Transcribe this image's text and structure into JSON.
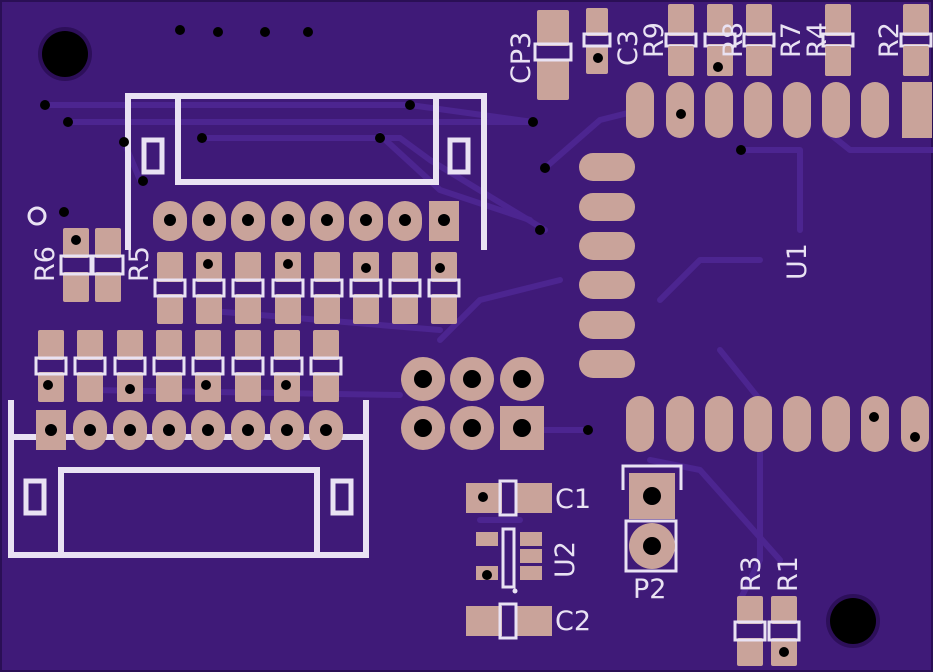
{
  "board": {
    "colors": {
      "substrate": "#3f1a78",
      "trace": "#4c2590",
      "pad": "#c9a39a",
      "silkscreen": "#e9e2f3",
      "hole": "#000000"
    }
  },
  "labels": {
    "cp3": "CP3",
    "c3": "C3",
    "r9": "R9",
    "r8": "R8",
    "r7": "R7",
    "r4": "R4",
    "r2": "R2",
    "r6": "R6",
    "r5": "R5",
    "u1": "U1",
    "c1": "C1",
    "u2": "U2",
    "c2": "C2",
    "p2": "P2",
    "r3": "R3",
    "r1": "R1"
  }
}
